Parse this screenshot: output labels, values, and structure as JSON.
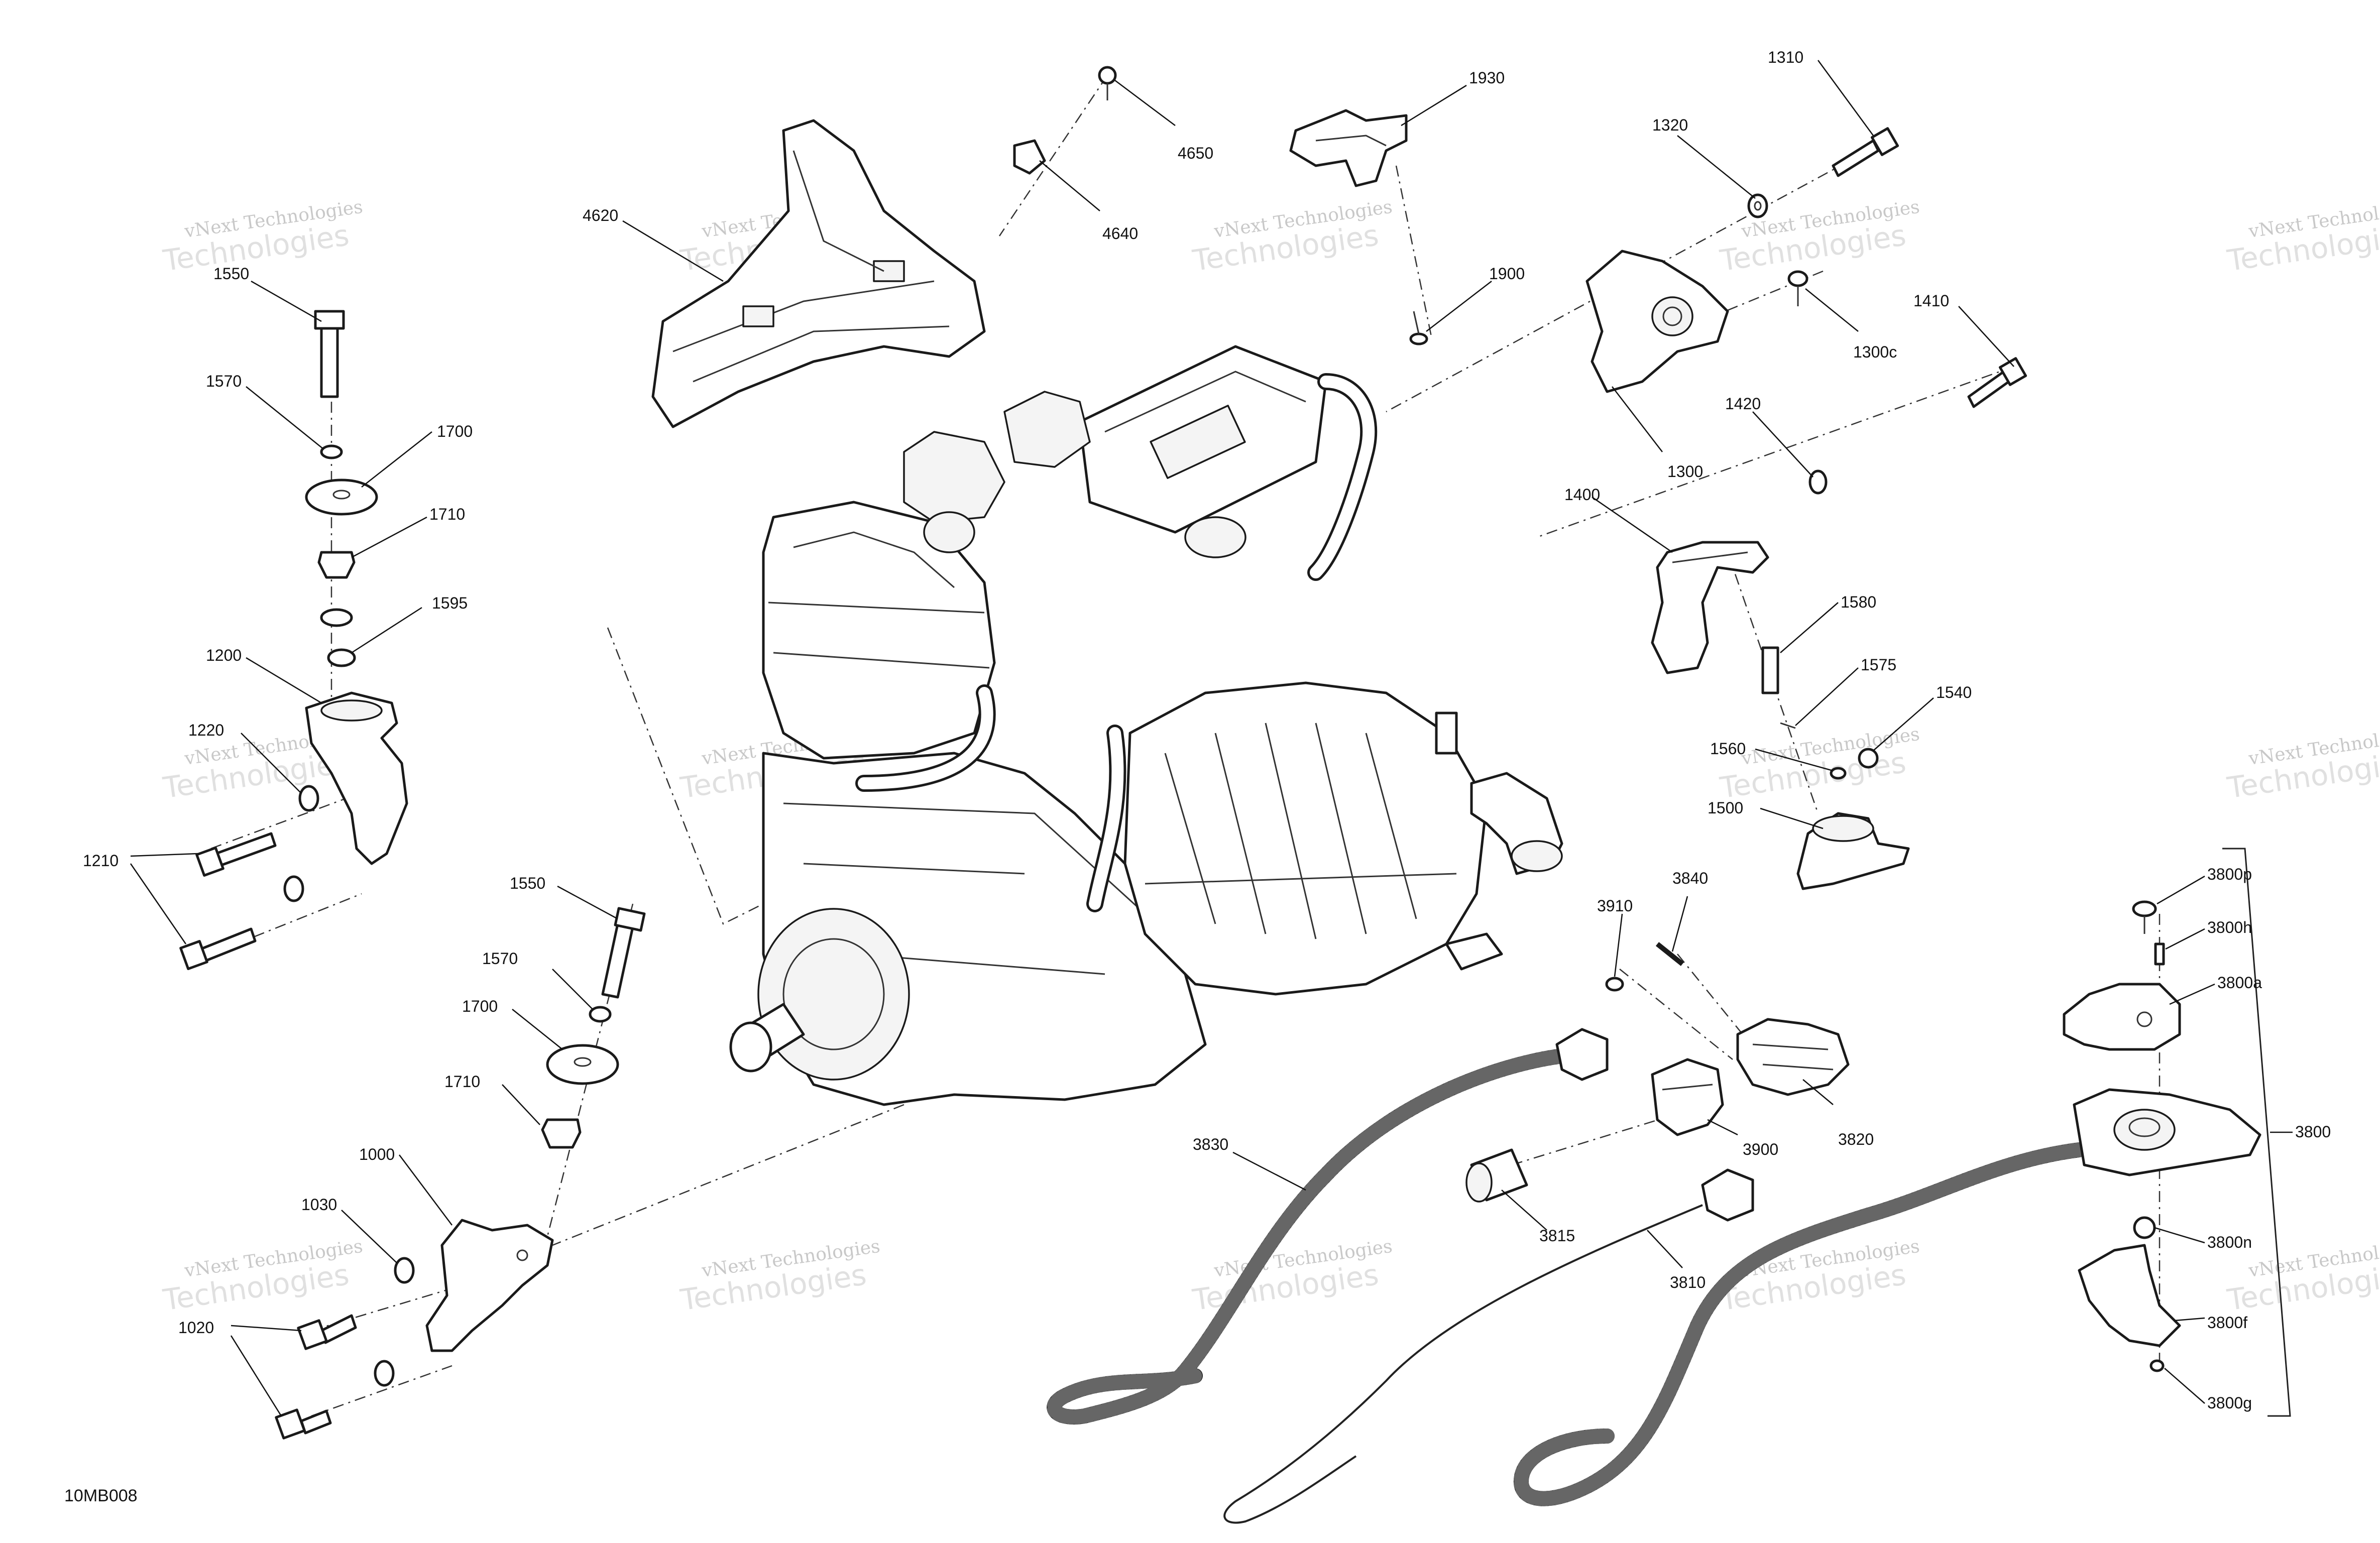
{
  "diagram_code": "10MB008",
  "watermark": {
    "line1": "vNext Technologies",
    "line2": "Technologies"
  },
  "callouts": [
    {
      "id": "4650",
      "label": "4650"
    },
    {
      "id": "4640",
      "label": "4640"
    },
    {
      "id": "4620",
      "label": "4620"
    },
    {
      "id": "1930",
      "label": "1930"
    },
    {
      "id": "1900",
      "label": "1900"
    },
    {
      "id": "1310",
      "label": "1310"
    },
    {
      "id": "1320",
      "label": "1320"
    },
    {
      "id": "1300c",
      "label": "1300c"
    },
    {
      "id": "1300",
      "label": "1300"
    },
    {
      "id": "1410",
      "label": "1410"
    },
    {
      "id": "1420",
      "label": "1420"
    },
    {
      "id": "1400",
      "label": "1400"
    },
    {
      "id": "1580",
      "label": "1580"
    },
    {
      "id": "1575",
      "label": "1575"
    },
    {
      "id": "1540",
      "label": "1540"
    },
    {
      "id": "1560",
      "label": "1560"
    },
    {
      "id": "1500",
      "label": "1500"
    },
    {
      "id": "1550a",
      "label": "1550"
    },
    {
      "id": "1570a",
      "label": "1570"
    },
    {
      "id": "1700a",
      "label": "1700"
    },
    {
      "id": "1710a",
      "label": "1710"
    },
    {
      "id": "1595",
      "label": "1595"
    },
    {
      "id": "1200",
      "label": "1200"
    },
    {
      "id": "1220",
      "label": "1220"
    },
    {
      "id": "1210",
      "label": "1210"
    },
    {
      "id": "1550b",
      "label": "1550"
    },
    {
      "id": "1570b",
      "label": "1570"
    },
    {
      "id": "1700b",
      "label": "1700"
    },
    {
      "id": "1710b",
      "label": "1710"
    },
    {
      "id": "1000",
      "label": "1000"
    },
    {
      "id": "1030",
      "label": "1030"
    },
    {
      "id": "1020",
      "label": "1020"
    },
    {
      "id": "3910",
      "label": "3910"
    },
    {
      "id": "3840",
      "label": "3840"
    },
    {
      "id": "3820",
      "label": "3820"
    },
    {
      "id": "3900",
      "label": "3900"
    },
    {
      "id": "3830",
      "label": "3830"
    },
    {
      "id": "3815",
      "label": "3815"
    },
    {
      "id": "3810",
      "label": "3810"
    },
    {
      "id": "3800p",
      "label": "3800p"
    },
    {
      "id": "3800h",
      "label": "3800h"
    },
    {
      "id": "3800a",
      "label": "3800a"
    },
    {
      "id": "3800",
      "label": "3800"
    },
    {
      "id": "3800n",
      "label": "3800n"
    },
    {
      "id": "3800f",
      "label": "3800f"
    },
    {
      "id": "3800g",
      "label": "3800g"
    }
  ]
}
